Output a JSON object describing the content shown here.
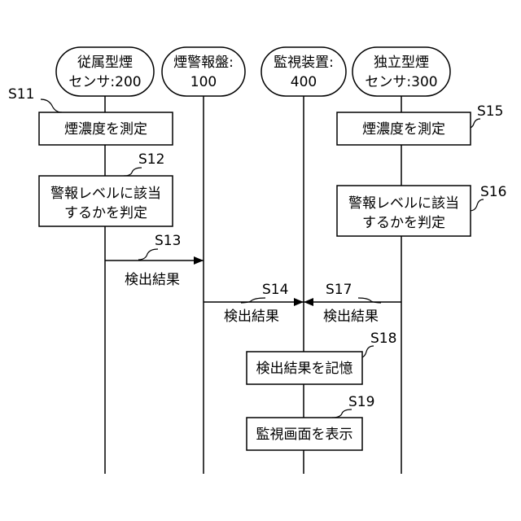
{
  "lifelines": [
    {
      "id": "smoke-sensor-200",
      "line1": "従属型煙",
      "line2": "センサ:200"
    },
    {
      "id": "alarm-panel-100",
      "line1": "煙警報盤:",
      "line2": "100"
    },
    {
      "id": "monitor-400",
      "line1": "監視装置:",
      "line2": "400"
    },
    {
      "id": "smoke-sensor-300",
      "line1": "独立型煙",
      "line2": "センサ:300"
    }
  ],
  "steps": {
    "s11": {
      "label": "S11",
      "box": "煙濃度を測定"
    },
    "s12": {
      "label": "S12",
      "box_line1": "警報レベルに該当",
      "box_line2": "するかを判定"
    },
    "s13": {
      "label": "S13",
      "message": "検出結果"
    },
    "s14": {
      "label": "S14",
      "message": "検出結果"
    },
    "s15": {
      "label": "S15",
      "box": "煙濃度を測定"
    },
    "s16": {
      "label": "S16",
      "box_line1": "警報レベルに該当",
      "box_line2": "するかを判定"
    },
    "s17": {
      "label": "S17",
      "message": "検出結果"
    },
    "s18": {
      "label": "S18",
      "box": "検出結果を記憶"
    },
    "s19": {
      "label": "S19",
      "box": "監視画面を表示"
    }
  }
}
